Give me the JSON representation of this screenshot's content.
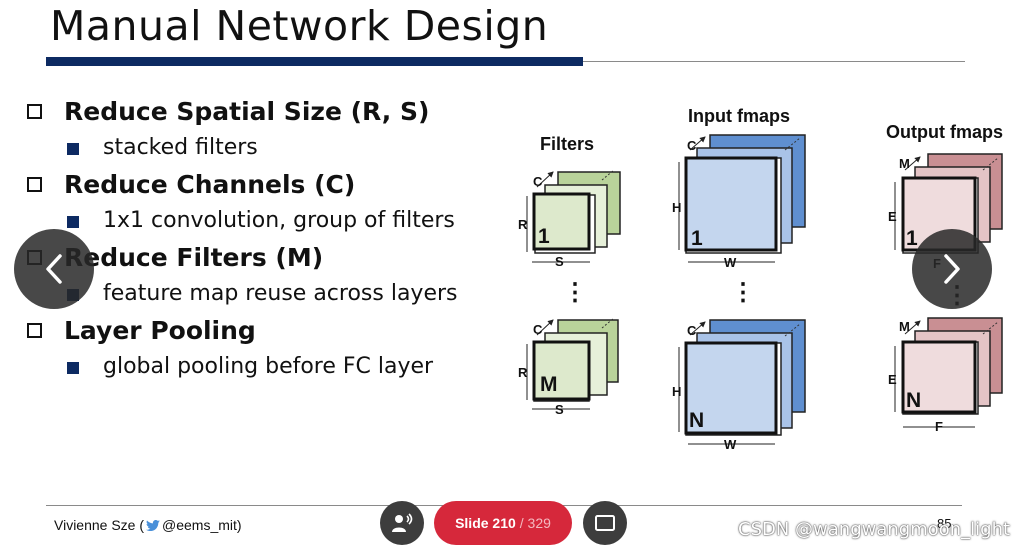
{
  "slide": {
    "title": "Manual Network Design",
    "bullets": [
      {
        "heading": "Reduce Spatial Size (R, S)",
        "sub": "stacked filters"
      },
      {
        "heading": "Reduce Channels (C)",
        "sub": "1x1 convolution, group of filters"
      },
      {
        "heading": "Reduce Filters (M)",
        "sub": "feature map reuse across layers"
      },
      {
        "heading": "Layer Pooling",
        "sub": "global pooling before FC layer"
      }
    ],
    "diagram": {
      "filters": {
        "header": "Filters",
        "dim_channel": "C",
        "dim_rows": "R",
        "dim_cols": "S",
        "first": "1",
        "last": "M",
        "ellipsis": "⋮"
      },
      "input": {
        "header": "Input fmaps",
        "dim_channel": "C",
        "dim_rows": "H",
        "dim_cols": "W",
        "first": "1",
        "last": "N",
        "ellipsis": "⋮"
      },
      "output": {
        "header": "Output fmaps",
        "dim_channel": "M",
        "dim_rows": "E",
        "dim_cols": "F",
        "first": "1",
        "last": "N",
        "ellipsis": "⋮"
      }
    },
    "footer": {
      "author": "Vivienne Sze (",
      "handle": "@eems_mit)",
      "page_number": "85"
    }
  },
  "viewer": {
    "slide_label": "Slide 210",
    "slide_total": "/ 329",
    "prev_icon": "chevron-left-icon",
    "next_icon": "chevron-right-icon",
    "speaker_icon": "speaker-notes-icon",
    "screen_icon": "screen-icon"
  },
  "watermark": "CSDN @wangwangmoon_light",
  "colors": {
    "navy": "#0d2a62",
    "filter_green": "#b9d39a",
    "input_blue": "#5f8fd0",
    "output_rose": "#c98f93",
    "slide_pill": "#d6283b"
  }
}
